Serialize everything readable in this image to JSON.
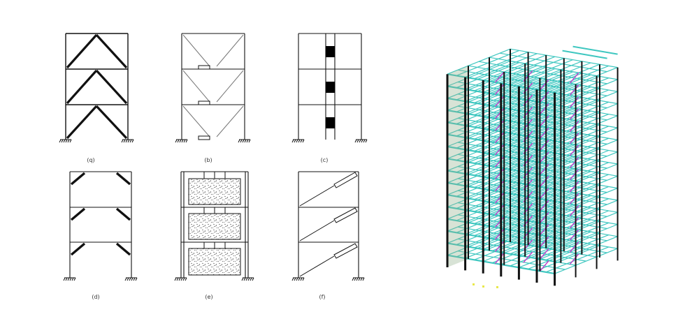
{
  "panels": [
    {
      "id": "a",
      "label": "(q)",
      "system": "inverted-v-bracing"
    },
    {
      "id": "b",
      "label": "(b)",
      "system": "v-bracing-with-damper"
    },
    {
      "id": "c",
      "label": "(c)",
      "system": "column-damper"
    },
    {
      "id": "d",
      "label": "(d)",
      "system": "knee-bracing"
    },
    {
      "id": "e",
      "label": "(e)",
      "system": "infill-wall"
    },
    {
      "id": "f",
      "label": "(f)",
      "system": "diagonal-bracing-with-damper"
    }
  ],
  "model_3d": {
    "stories": 16,
    "colors": {
      "beams": "#3fc7c0",
      "columns": "#111111",
      "dampers": "#c23ac9",
      "walls": "#8fb08a"
    }
  },
  "colors": {
    "line": "#111111",
    "brace": "#1a1a1a",
    "thin": "#777777"
  }
}
